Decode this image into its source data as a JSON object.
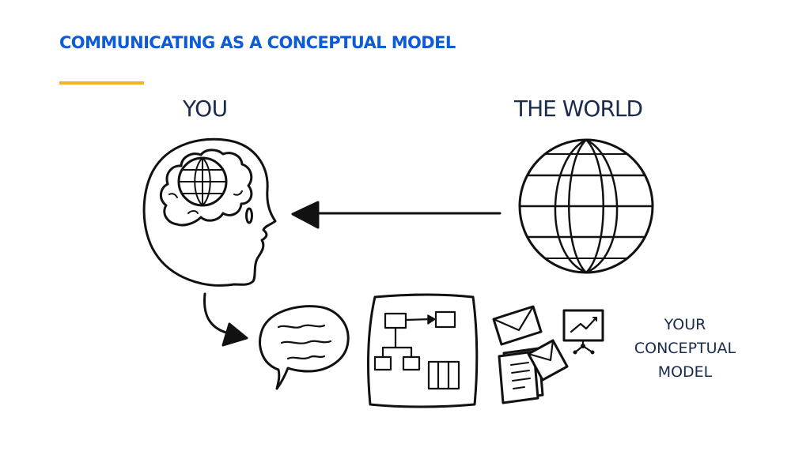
{
  "slide": {
    "title": "COMMUNICATING AS A CONCEPTUAL MODEL"
  },
  "labels": {
    "you": "YOU",
    "the_world": "THE WORLD",
    "your_conceptual_model": [
      "YOUR",
      "CONCEPTUAL",
      "MODEL"
    ]
  },
  "colors": {
    "title": "#0b5cd5",
    "accent_rule": "#f2b51f",
    "label_text": "#1a2b4c",
    "ink": "#111111"
  },
  "icons": [
    "head-icon",
    "brain-globe-icon",
    "globe-icon",
    "arrow-left-icon",
    "curved-arrow-icon",
    "speech-bubble-icon",
    "diagram-board-icon",
    "envelope-icon",
    "document-icon",
    "presentation-easel-icon"
  ]
}
